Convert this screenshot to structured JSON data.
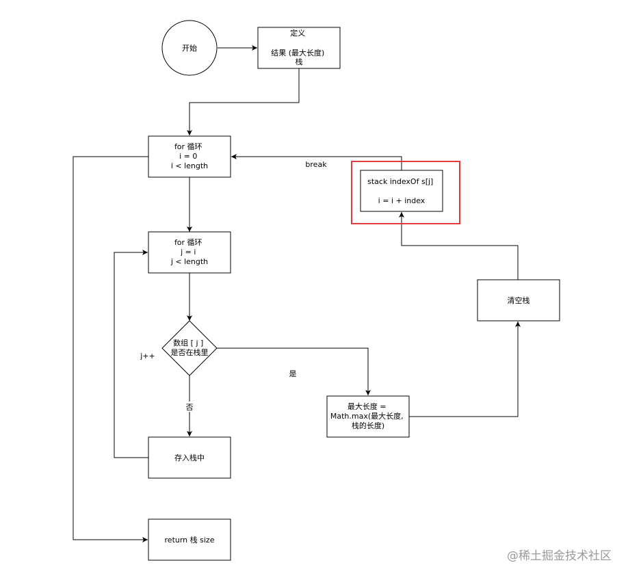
{
  "nodes": {
    "start": "开始",
    "define": [
      "定义",
      "",
      "结果  (最大长度)",
      "栈"
    ],
    "for_i": [
      "for 循环",
      "i = 0",
      "i < length"
    ],
    "for_j": [
      "for 循环",
      "j = i",
      "j < length"
    ],
    "check": [
      "数组 [ j ]",
      "是否在栈里"
    ],
    "push": "存入栈中",
    "ret": "return 栈 size",
    "stack_idx": [
      "stack indexOf s[j]",
      "",
      "i = i + index"
    ],
    "maxlen": [
      "最大长度 =",
      "Math.max(最大长度,",
      "栈的长度)"
    ],
    "clear": "清空栈"
  },
  "edge_labels": {
    "break": "break",
    "jpp": "j++",
    "yes": "是",
    "no": "否"
  },
  "highlight_color": "#e03a3a",
  "watermark": "@稀土掘金技术社区"
}
